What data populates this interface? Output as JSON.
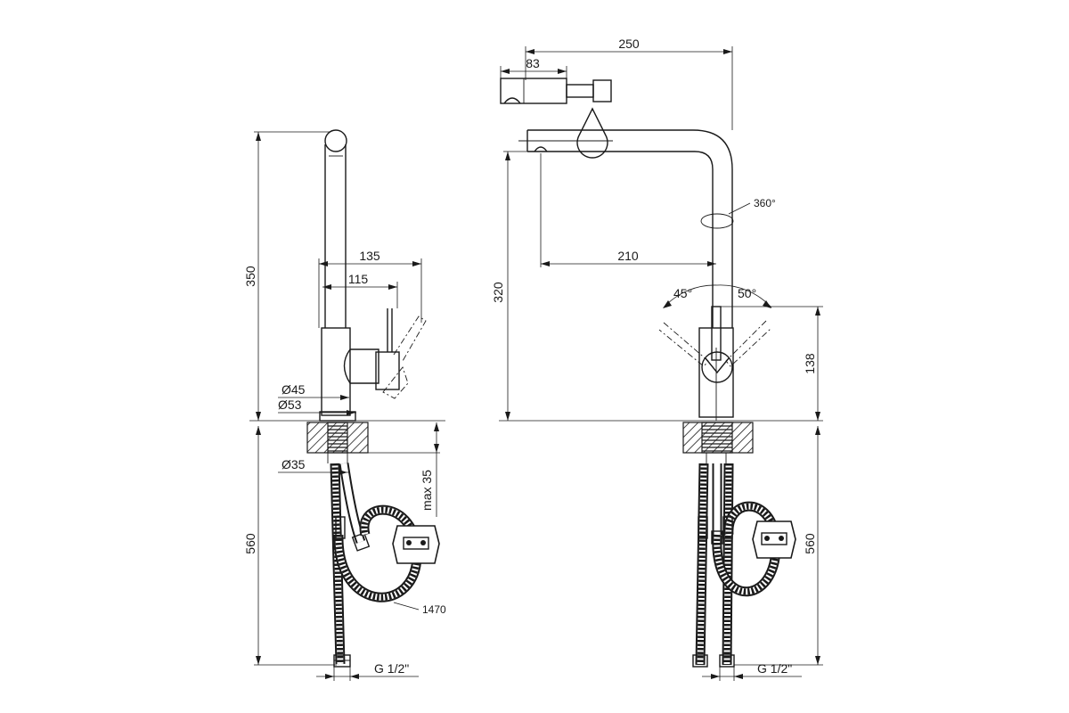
{
  "side_view": {
    "dim_height": "350",
    "dim_handle_outer": "135",
    "dim_handle_inner": "115",
    "dim_body_diameter": "Ø45",
    "dim_base_diameter": "Ø53",
    "dim_shank_diameter": "Ø35",
    "dim_max_deck": "max 35",
    "dim_hose_height": "560",
    "dim_hose_length": "1470",
    "dim_connection": "G 1/2\""
  },
  "front_view": {
    "dim_total_reach": "250",
    "dim_head_length": "83",
    "dim_rotation": "360°",
    "dim_spout_reach": "210",
    "dim_spout_height": "320",
    "dim_angle_left": "45°",
    "dim_angle_right": "50°",
    "dim_lever_height": "138",
    "dim_hose_height": "560",
    "dim_connection": "G 1/2\""
  }
}
